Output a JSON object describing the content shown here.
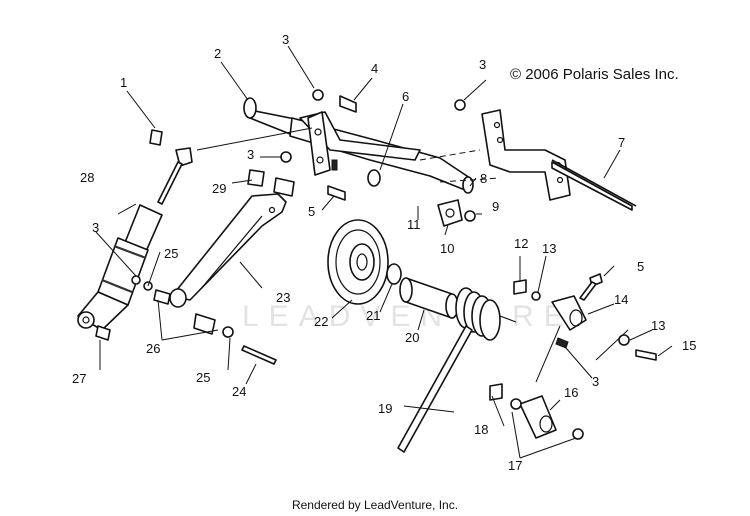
{
  "copyright": "© 2006 Polaris Sales Inc.",
  "footer": "Rendered by LeadVenture, Inc.",
  "watermark": "LEADVENTURE",
  "callouts": [
    "1",
    "2",
    "3",
    "3",
    "3",
    "3",
    "3",
    "4",
    "5",
    "5",
    "6",
    "7",
    "8",
    "9",
    "10",
    "11",
    "12",
    "13",
    "13",
    "14",
    "15",
    "16",
    "17",
    "18",
    "19",
    "20",
    "21",
    "22",
    "23",
    "24",
    "25",
    "25",
    "26",
    "27",
    "28",
    "29"
  ]
}
